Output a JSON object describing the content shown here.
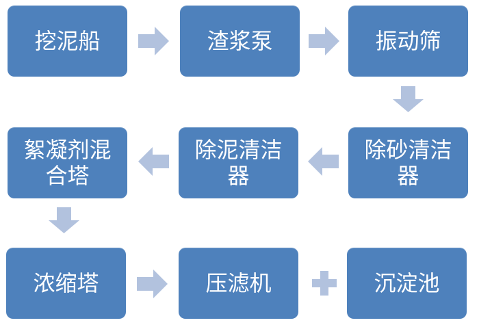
{
  "diagram": {
    "type": "process-flowchart",
    "background_color": "#ffffff",
    "node_fill_color": "#4e81bc",
    "node_text_color": "#ffffff",
    "connector_color": "#b2c2de",
    "nodes": [
      {
        "id": "dredger",
        "label": "挖泥船",
        "lines": [
          "挖泥船"
        ]
      },
      {
        "id": "slurry-pump",
        "label": "渣浆泵",
        "lines": [
          "渣浆泵"
        ]
      },
      {
        "id": "vibrating-screen",
        "label": "振动筛",
        "lines": [
          "振动筛"
        ]
      },
      {
        "id": "flocculant-mixing-tower",
        "label": "絮凝剂混合塔",
        "lines": [
          "絮凝剂混",
          "合塔"
        ]
      },
      {
        "id": "desilting-cleaner",
        "label": "除泥清洁器",
        "lines": [
          "除泥清洁",
          "器"
        ]
      },
      {
        "id": "desanding-cleaner",
        "label": "除砂清洁器",
        "lines": [
          "除砂清洁",
          "器"
        ]
      },
      {
        "id": "thickening-tower",
        "label": "浓缩塔",
        "lines": [
          "浓缩塔"
        ]
      },
      {
        "id": "filter-press",
        "label": "压滤机",
        "lines": [
          "压滤机"
        ]
      },
      {
        "id": "sedimentation-pond",
        "label": "沉淀池",
        "lines": [
          "沉淀池"
        ]
      }
    ],
    "connectors": [
      {
        "type": "arrow-right",
        "from": "挖泥船",
        "to": "渣浆泵"
      },
      {
        "type": "arrow-right",
        "from": "渣浆泵",
        "to": "振动筛"
      },
      {
        "type": "arrow-down",
        "from": "振动筛",
        "to": "除砂清洁器"
      },
      {
        "type": "arrow-left",
        "from": "除砂清洁器",
        "to": "除泥清洁器"
      },
      {
        "type": "arrow-left",
        "from": "除泥清洁器",
        "to": "絮凝剂混合塔"
      },
      {
        "type": "arrow-down",
        "from": "絮凝剂混合塔",
        "to": "浓缩塔"
      },
      {
        "type": "arrow-right",
        "from": "浓缩塔",
        "to": "压滤机"
      },
      {
        "type": "plus",
        "between": [
          "压滤机",
          "沉淀池"
        ]
      }
    ]
  }
}
